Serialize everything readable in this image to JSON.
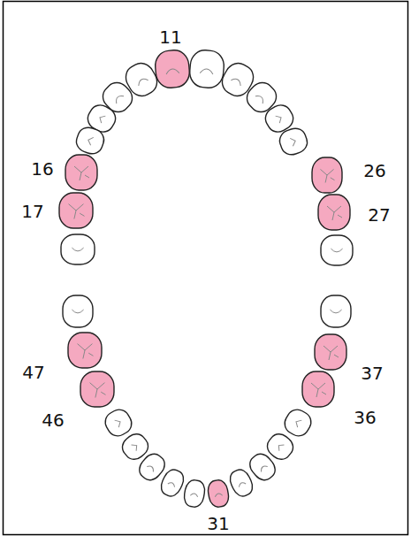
{
  "diagram": {
    "labels": [
      "11",
      "16",
      "26",
      "17",
      "27",
      "47",
      "37",
      "46",
      "36",
      "31"
    ]
  }
}
